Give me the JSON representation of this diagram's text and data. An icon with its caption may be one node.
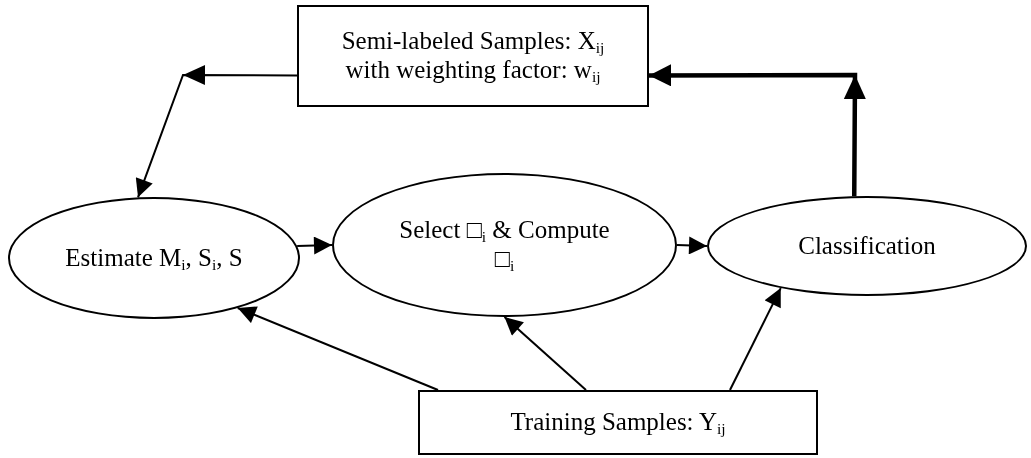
{
  "diagram": {
    "nodes": [
      {
        "text": [
          "Semi-labeled Samples: X$_{ij}$ with weighting factor: w$_{ij}$"
        ]
      },
      {
        "text": [
          "Estimate M$_{i}$, S$_{i}$, S"
        ]
      },
      {
        "text": [
          "Select □$_{i}$ & Compute □$_{i}$"
        ]
      },
      {
        "text": [
          "Classification"
        ]
      },
      {
        "text": [
          "Training Samples: Y$_{ij}$"
        ]
      }
    ],
    "edges": [
      {
        "from": 0,
        "to": 1,
        "arrow": "to"
      },
      {
        "from": 3,
        "to": 0,
        "arrow": "to",
        "style": "thick"
      },
      {
        "from": 1,
        "to": 2,
        "arrow": "to"
      },
      {
        "from": 2,
        "to": 3,
        "arrow": "to"
      },
      {
        "from": 4,
        "to": 1,
        "arrow": "to"
      },
      {
        "from": 4,
        "to": 2,
        "arrow": "to"
      },
      {
        "from": 4,
        "to": 3,
        "arrow": "to"
      }
    ]
  }
}
